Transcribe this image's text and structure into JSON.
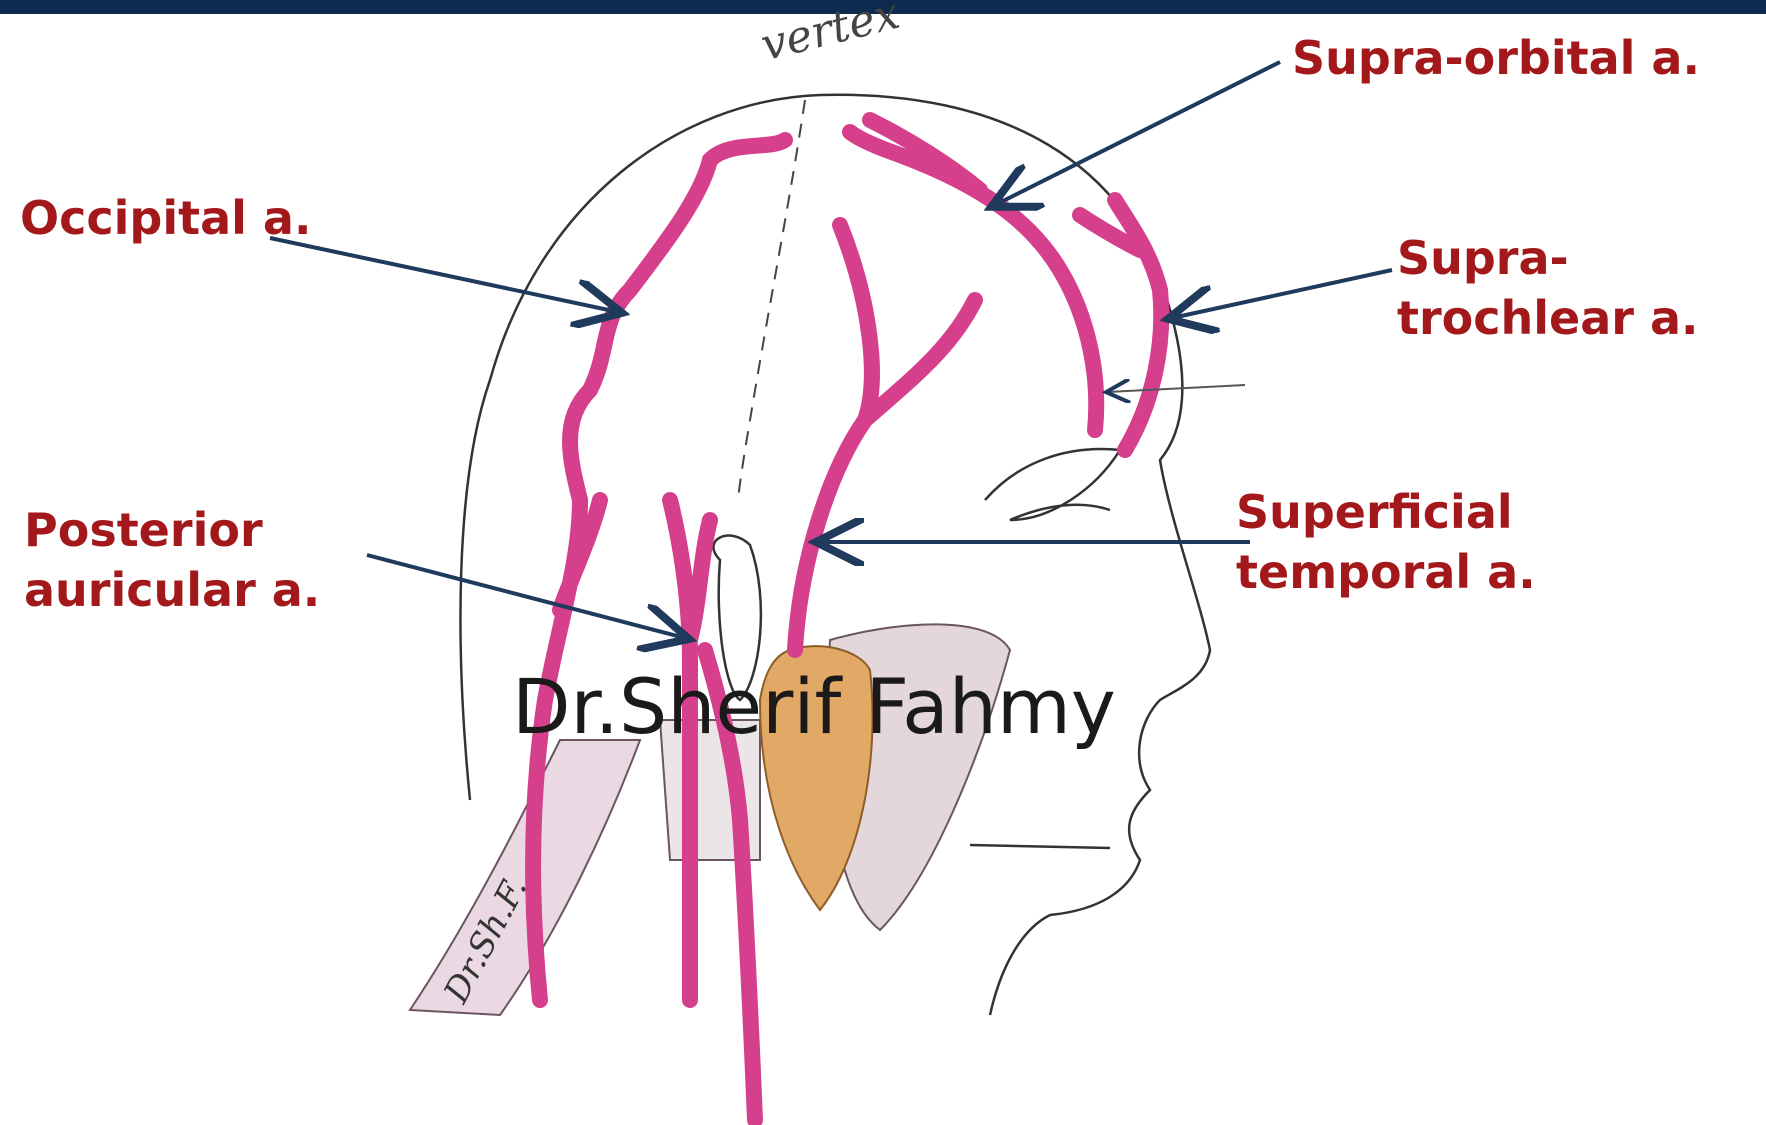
{
  "labels": {
    "supra_orbital": "Supra-orbital a.",
    "occipital": "Occipital a.",
    "supra_trochlear": "Supra-\ntrochlear a.",
    "posterior_auricular": "Posterior\nauricular a.",
    "superficial_temporal": "Superficial\ntemporal a."
  },
  "handwritten": {
    "vertex": "vertex",
    "muscle_signature": "Dr.Sh.F."
  },
  "watermark": "Dr.Sherif Fahmy",
  "colors": {
    "label_text": "#a3191b",
    "artery": "#d63f8c",
    "arrow": "#1f3a5c",
    "parotid": "#e2a866",
    "outline": "#333333",
    "topbar": "#0d2b4f"
  }
}
